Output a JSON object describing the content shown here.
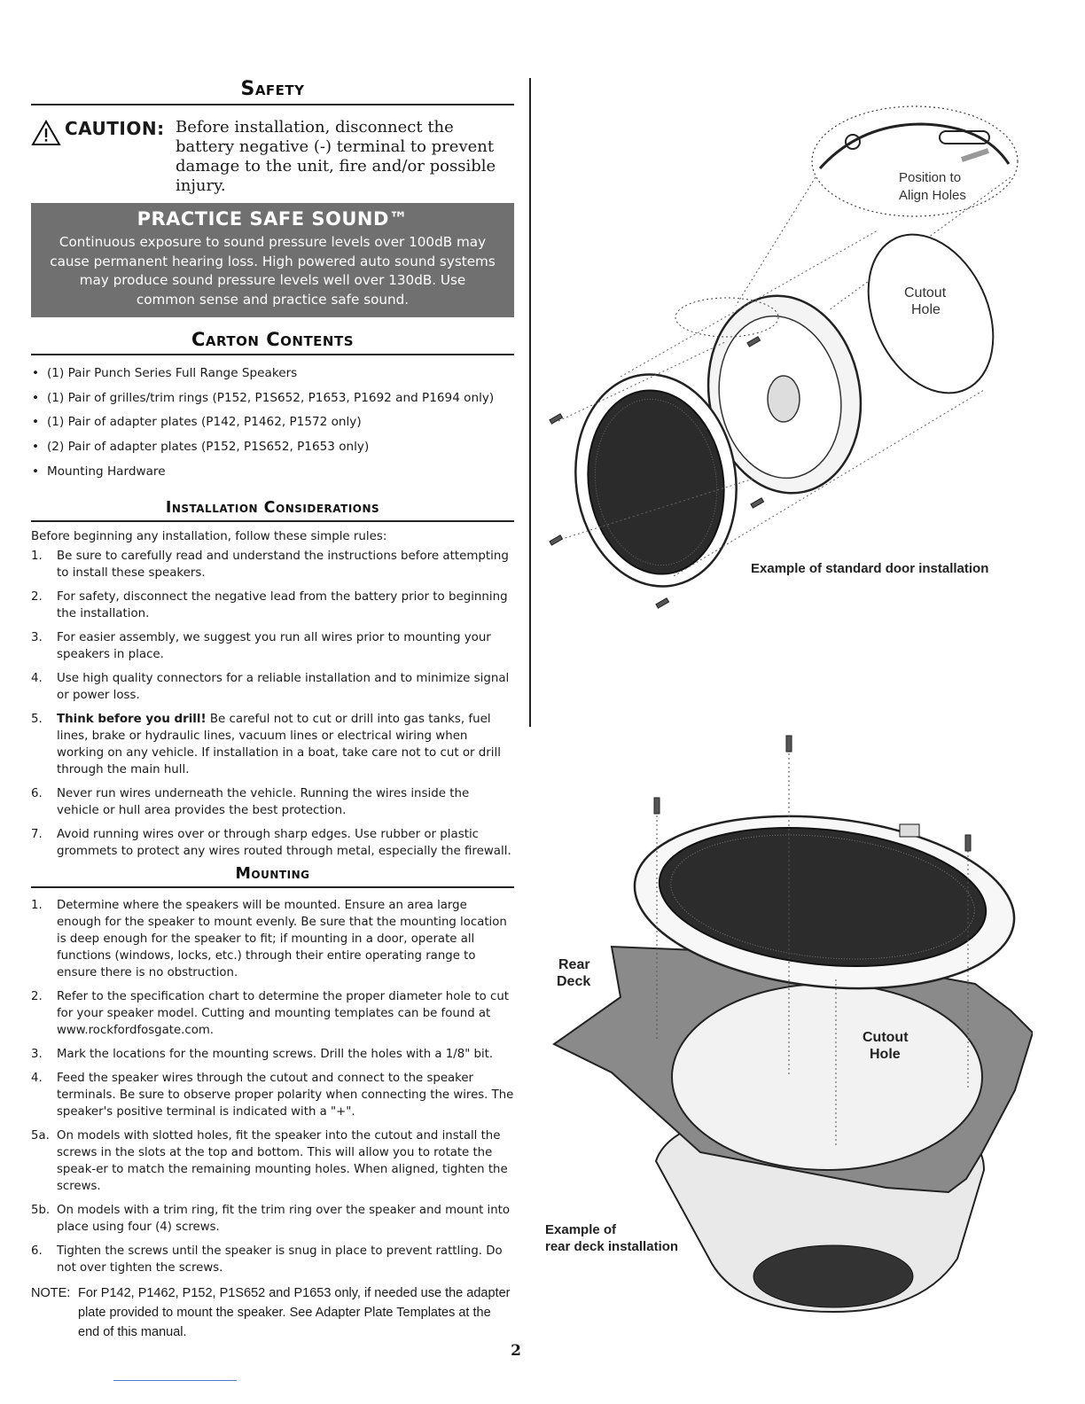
{
  "safety": {
    "title": "Safety",
    "caution_label": "CAUTION:",
    "caution_text": "Before installation, disconnect the battery negative (-) terminal to prevent damage to the unit, fire and/or possible injury."
  },
  "practice_safe_sound": {
    "title": "PRACTICE SAFE SOUND™",
    "text": "Continuous exposure to sound pressure levels over 100dB may cause permanent hearing loss. High powered auto sound systems may produce sound pressure levels well over 130dB. Use common sense and practice safe sound."
  },
  "carton_contents": {
    "title": "Carton Contents",
    "items": [
      "(1) Pair Punch Series Full Range Speakers",
      "(1) Pair of grilles/trim rings (P152, P1S652, P1653, P1692 and P1694 only)",
      "(1) Pair of adapter plates (P142, P1462, P1572 only)",
      "(2) Pair of adapter plates (P152, P1S652, P1653 only)",
      "Mounting Hardware"
    ]
  },
  "installation": {
    "title": "Installation Considerations",
    "intro": "Before beginning any installation, follow these simple rules:",
    "items": [
      {
        "num": "1.",
        "bold": "",
        "text": "Be sure to carefully read and understand the instructions before attempting to install these speakers."
      },
      {
        "num": "2.",
        "bold": "",
        "text": "For safety, disconnect the negative lead from the battery prior to beginning the installation."
      },
      {
        "num": "3.",
        "bold": "",
        "text": "For easier assembly, we suggest you run all wires prior to mounting your speakers in place."
      },
      {
        "num": "4.",
        "bold": "",
        "text": "Use high quality connectors for a reliable installation and to minimize signal or power loss."
      },
      {
        "num": "5.",
        "bold": "Think before you drill!",
        "text": " Be careful not to cut or drill into gas tanks, fuel lines, brake or hydraulic lines, vacuum lines or electrical wiring when working on any vehicle. If installation in a boat, take care not to cut or drill through the main hull."
      },
      {
        "num": "6.",
        "bold": "",
        "text": "Never run wires underneath the vehicle. Running the wires inside the vehicle or hull area provides the best protection."
      },
      {
        "num": "7.",
        "bold": "",
        "text": "Avoid running wires over or through sharp edges. Use rubber or plastic grommets to protect any wires routed through metal, especially the firewall."
      }
    ]
  },
  "mounting": {
    "title": "Mounting",
    "items": [
      {
        "num": "1.",
        "text": "Determine where the speakers will be mounted. Ensure an area large enough for the speaker to mount evenly. Be sure that the mounting location is deep enough for the speaker to fit; if mounting in a door, operate all functions (windows, locks, etc.) through their entire operating range to ensure there is no obstruction."
      },
      {
        "num": "2.",
        "text": "Refer to the specification chart to determine the proper diameter hole to cut for your speaker model. Cutting and mounting templates can be found at www.rockfordfosgate.com."
      },
      {
        "num": "3.",
        "text": "Mark the locations for the mounting screws. Drill the holes with a 1/8\" bit."
      },
      {
        "num": "4.",
        "text": "Feed the speaker wires through the cutout and connect to the speaker terminals. Be sure to observe proper polarity when connecting the wires. The speaker's positive terminal is indicated with a \"+\"."
      },
      {
        "num": "5a.",
        "text": "On models with slotted holes, fit the speaker into the cutout and install the screws in the slots at the top and bottom. This will allow you to rotate the speak-er to match the remaining mounting holes. When aligned, tighten the screws."
      },
      {
        "num": "5b.",
        "text": "On models with a trim ring, fit the trim ring over the speaker and mount into place using four (4) screws."
      },
      {
        "num": "6.",
        "text": "Tighten the screws until the speaker is snug in place to prevent rattling. Do not over tighten the screws."
      }
    ],
    "note_label": "NOTE:",
    "note_text": "For P142, P1462, P152, P1S652 and P1653 only, if needed use the adapter plate provided to mount the speaker. See Adapter Plate Templates at the end of this manual."
  },
  "figures": {
    "door": {
      "position_label_1": "Position to",
      "position_label_2": "Align Holes",
      "cutout_label_1": "Cutout",
      "cutout_label_2": "Hole",
      "caption": "Example of standard door installation"
    },
    "deck": {
      "rear_label_1": "Rear",
      "rear_label_2": "Deck",
      "cutout_label_1": "Cutout",
      "cutout_label_2": "Hole",
      "caption_1": "Example of",
      "caption_2": "rear deck installation"
    }
  },
  "page_number": "2"
}
